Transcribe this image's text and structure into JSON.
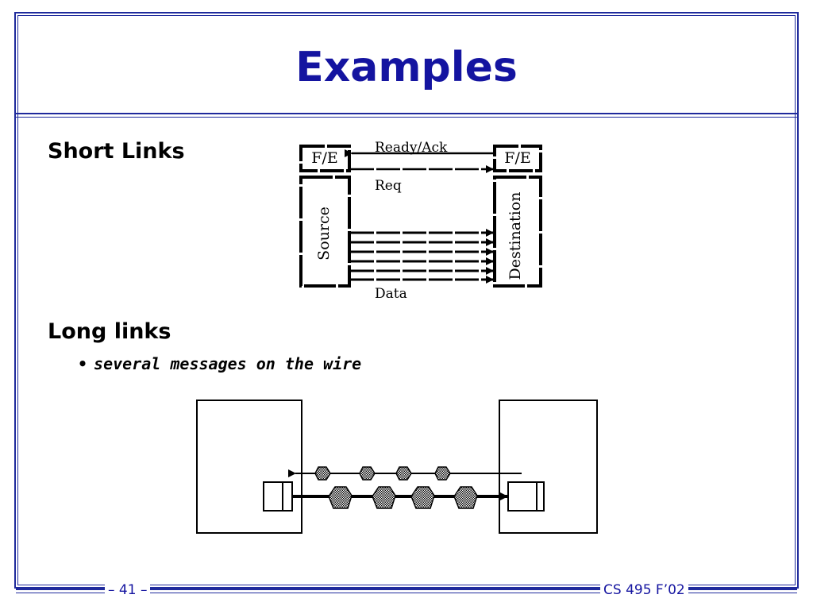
{
  "slide": {
    "title": "Examples",
    "page_number": "– 41 –",
    "course": "CS 495 F’02"
  },
  "short_links": {
    "heading": "Short Links",
    "diagram": {
      "left_box_label": "F/E",
      "right_box_label": "F/E",
      "ready_ack_label": "Ready/Ack",
      "req_label": "Req",
      "source_label": "Source",
      "destination_label": "Destination",
      "data_label": "Data"
    }
  },
  "long_links": {
    "heading": "Long links",
    "bullets": [
      "several messages on the wire"
    ]
  },
  "colors": {
    "title_blue": "#1414a0",
    "frame_blue": "#1f2a9c"
  }
}
